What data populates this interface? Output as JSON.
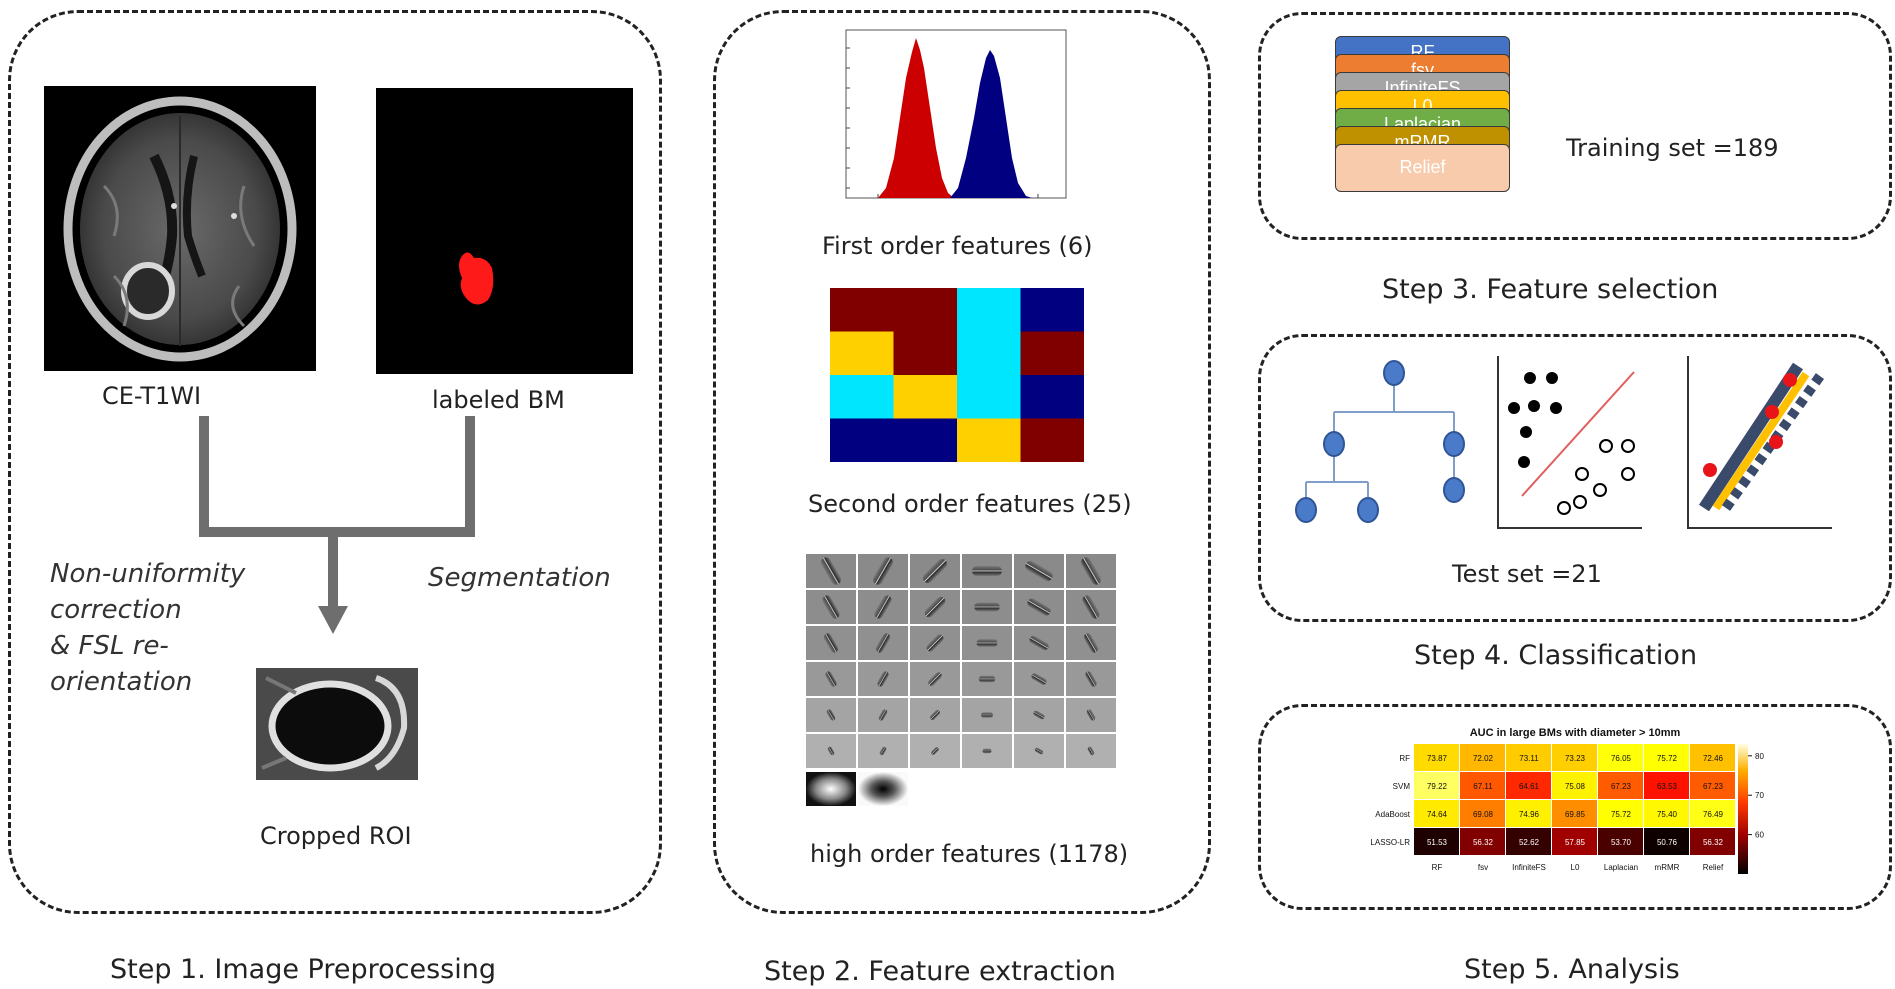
{
  "step1": {
    "title": "Step 1. Image Preprocessing",
    "mri_label": "CE-T1WI",
    "mask_label": "labeled BM",
    "note_left": [
      "Non-uniformity",
      "correction",
      "& FSL re-",
      "orientation"
    ],
    "note_right": "Segmentation",
    "roi_label": "Cropped ROI"
  },
  "step2": {
    "title": "Step 2. Feature extraction",
    "first_order": "First order features (6)",
    "second_order": "Second order features (25)",
    "high_order": "high order features (1178)",
    "texture_matrix": [
      [
        "dark-red",
        "dark-red",
        "cyan",
        "navy"
      ],
      [
        "yellow",
        "dark-red",
        "cyan",
        "dark-red"
      ],
      [
        "cyan",
        "yellow",
        "cyan",
        "navy"
      ],
      [
        "navy",
        "navy",
        "yellow",
        "dark-red"
      ]
    ],
    "matrix_colors": {
      "dark-red": "#800000",
      "yellow": "#ffd000",
      "cyan": "#00e6ff",
      "navy": "#000080"
    },
    "histogram_colors": {
      "first": "#cc0000",
      "second": "#000080"
    }
  },
  "step3": {
    "title": "Step 3. Feature selection",
    "methods": [
      {
        "name": "RF",
        "color": "#4472c4"
      },
      {
        "name": "fsv",
        "color": "#ed7d31"
      },
      {
        "name": "InfiniteFS",
        "color": "#a5a5a5"
      },
      {
        "name": "L0",
        "color": "#ffc000"
      },
      {
        "name": "Laplacian",
        "color": "#70ad47"
      },
      {
        "name": "mRMR",
        "color": "#bf9000"
      },
      {
        "name": "Relief",
        "color": "#f8cbad"
      }
    ],
    "training": "Training set =189"
  },
  "step4": {
    "title": "Step 4. Classification",
    "test": "Test set =21"
  },
  "step5": {
    "title": "Step 5. Analysis",
    "chart_data": {
      "type": "heatmap",
      "title": "AUC in large BMs with diameter > 10mm",
      "columns": [
        "RF",
        "fsv",
        "InfiniteFS",
        "L0",
        "Laplacian",
        "mRMR",
        "Relief"
      ],
      "rows": [
        "RF",
        "SVM",
        "AdaBoost",
        "LASSO-LR"
      ],
      "values": [
        [
          73.87,
          72.02,
          73.11,
          73.23,
          76.05,
          75.72,
          72.46
        ],
        [
          79.22,
          67.11,
          64.61,
          75.08,
          67.23,
          63.53,
          67.23
        ],
        [
          74.64,
          69.08,
          74.96,
          69.85,
          75.72,
          75.4,
          76.49
        ],
        [
          51.53,
          56.32,
          52.62,
          57.85,
          53.7,
          50.76,
          56.32
        ]
      ],
      "colorbar_ticks": [
        80,
        70,
        60
      ],
      "range": [
        50,
        83
      ],
      "colormap": "hot"
    }
  }
}
